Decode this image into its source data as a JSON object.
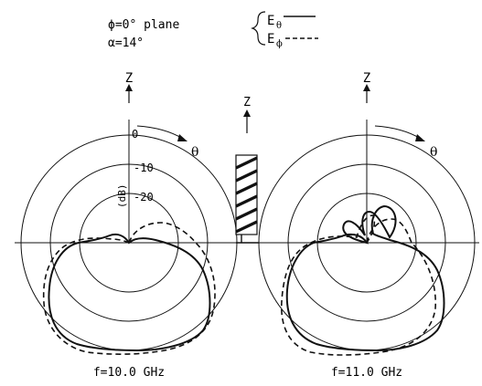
{
  "header": {
    "plane_label": "ϕ=0° plane",
    "alpha_label": "α=14°",
    "legend": [
      {
        "symbol": "E",
        "subscript": "θ",
        "style": "solid"
      },
      {
        "symbol": "E",
        "subscript": "ϕ",
        "style": "dashed"
      }
    ]
  },
  "axes": {
    "z_label": "Z",
    "theta_label": "θ"
  },
  "db_rings": [
    "0",
    "-10",
    "-20"
  ],
  "db_unit": "(dB)",
  "panels": [
    {
      "id": "left",
      "frequency_label": "f=10.0 GHz"
    },
    {
      "id": "right",
      "frequency_label": "f=11.0 GHz"
    }
  ],
  "colors": {
    "ink": "#111111",
    "background": "#ffffff"
  }
}
